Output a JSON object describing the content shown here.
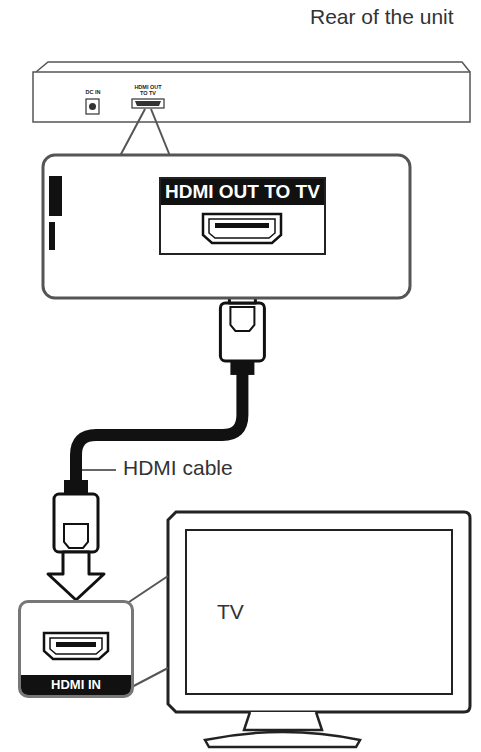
{
  "diagram": {
    "nodes": [
      {
        "text": [
          "HDMI OUT TO TV"
        ]
      },
      {
        "text": [
          "TV"
        ]
      },
      {
        "text": [
          "HDMI IN"
        ]
      }
    ],
    "edges": [
      {
        "from": 0,
        "to": 2,
        "arrow": "both"
      }
    ],
    "labels": [
      "Rear of the unit",
      "DC IN",
      "HDMI OUT TO TV",
      "HDMI cable"
    ]
  }
}
